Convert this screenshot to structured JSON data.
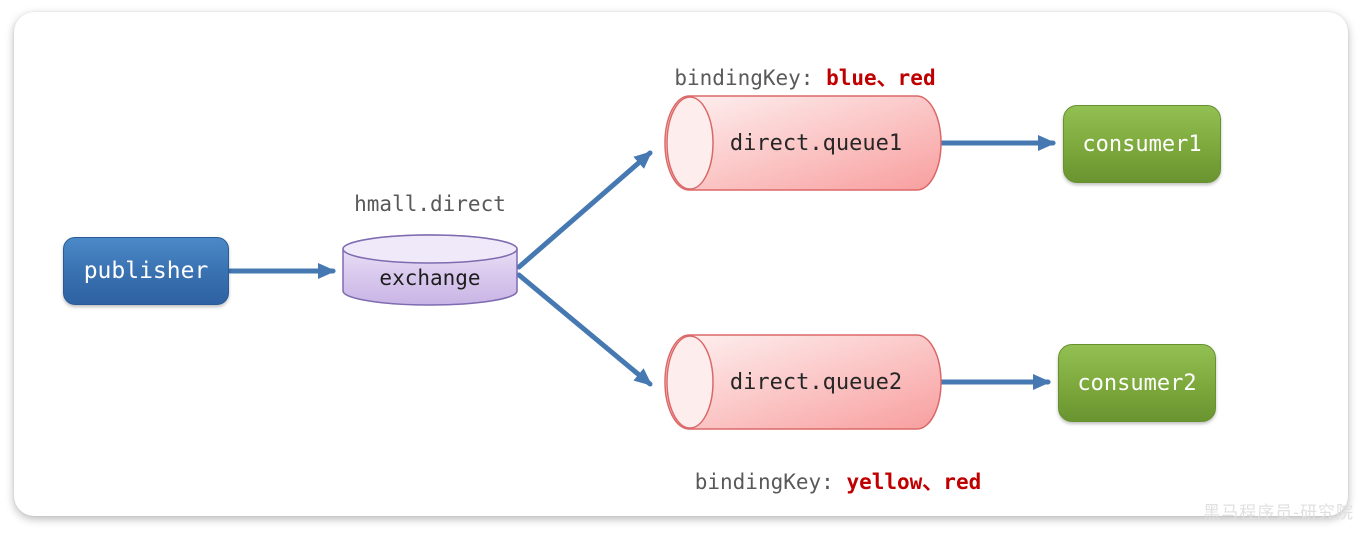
{
  "diagram": {
    "publisher": {
      "label": "publisher"
    },
    "exchange": {
      "label": "exchange",
      "name_label": "hmall.direct"
    },
    "queues": [
      {
        "label": "direct.queue1",
        "binding_prefix": "bindingKey: ",
        "binding_keys": "blue、red"
      },
      {
        "label": "direct.queue2",
        "binding_prefix": "bindingKey: ",
        "binding_keys": "yellow、red"
      }
    ],
    "consumers": [
      {
        "label": "consumer1"
      },
      {
        "label": "consumer2"
      }
    ],
    "watermark": "黑马程序员-研究院",
    "colors": {
      "arrow_blue": "#4678B2",
      "publisher_blue": "#3870B0",
      "exchange_purple": "#D9C9EE",
      "exchange_stroke": "#7E6BB0",
      "queue_pink": "#F89E9E",
      "queue_stroke": "#DB6868",
      "consumer_green": "#7CA83C",
      "label_gray": "#595959",
      "binding_red": "#C00000"
    }
  }
}
